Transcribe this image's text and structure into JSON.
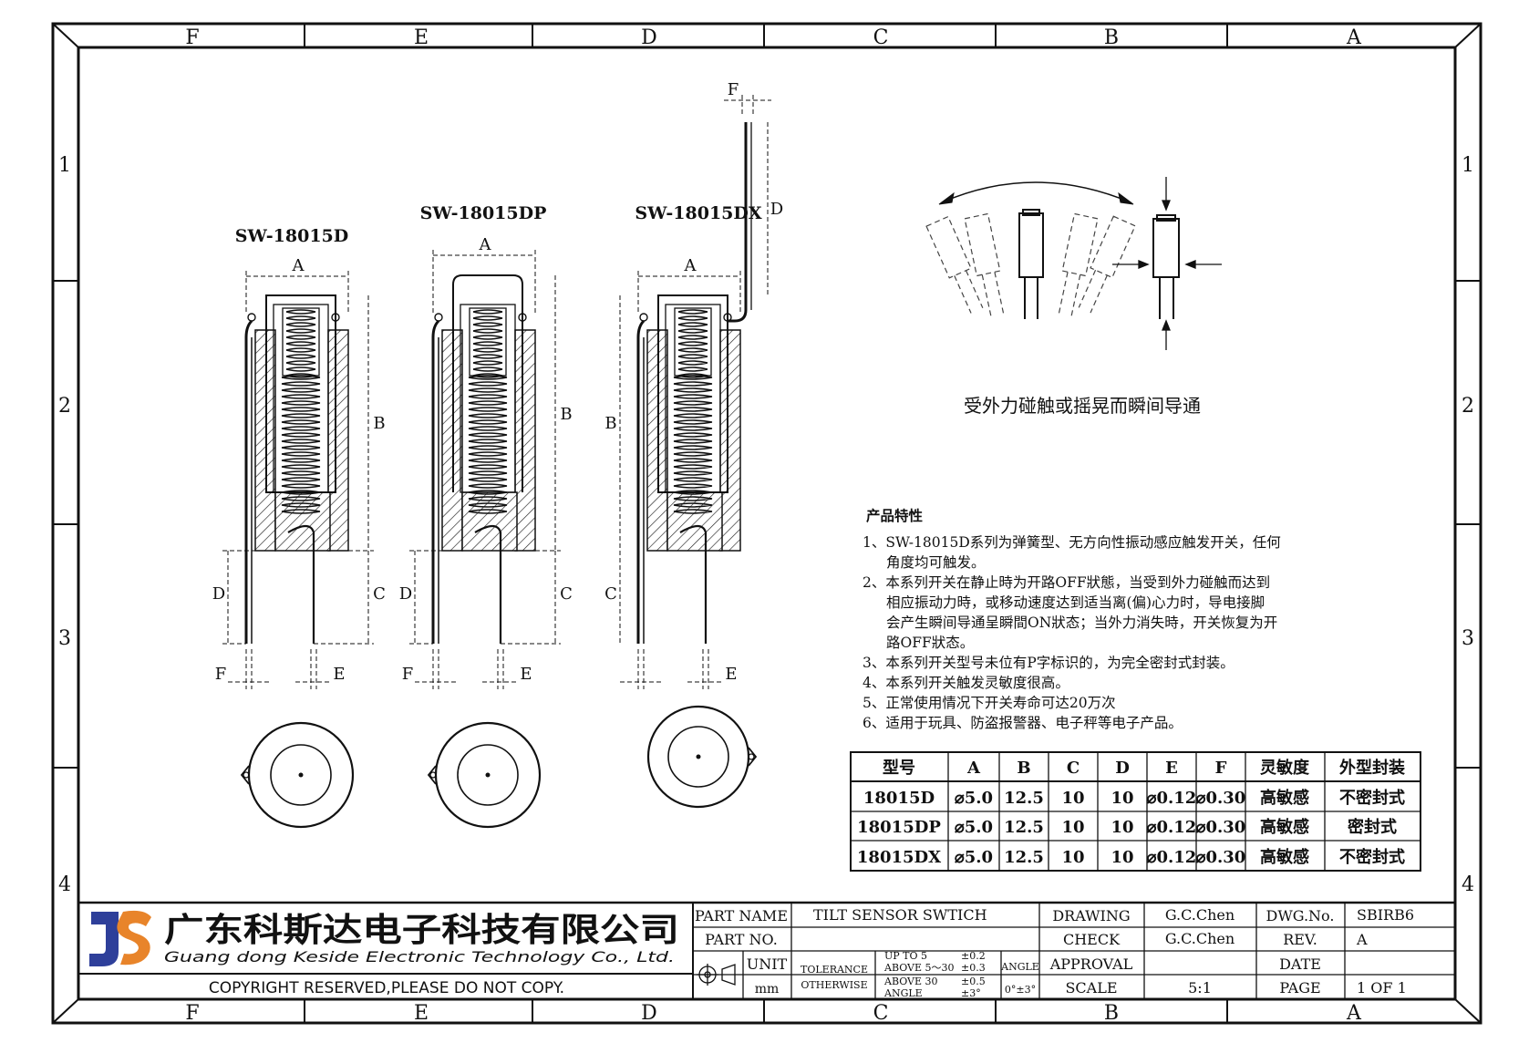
{
  "frame": {
    "columns": [
      "F",
      "E",
      "D",
      "C",
      "B",
      "A"
    ],
    "rows": [
      "1",
      "2",
      "3",
      "4"
    ]
  },
  "drawings": [
    {
      "title": "SW-18015D"
    },
    {
      "title": "SW-18015DP"
    },
    {
      "title": "SW-18015DX"
    }
  ],
  "dims": {
    "A": "A",
    "B": "B",
    "C": "C",
    "D": "D",
    "E": "E",
    "F": "F"
  },
  "motion_caption": "受外力碰触或摇晃而瞬间导通",
  "features": {
    "heading": "产品特性",
    "lines": [
      "1、SW-18015D系列为弹簧型、无方向性振动感应触发开关，任何",
      "角度均可触发。",
      "2、本系列开关在静止時为开路OFF狀態，当受到外力碰触而达到",
      "相应振动力時，或移动速度达到适当离(偏)心力时，导电接脚",
      "会产生瞬间导通呈瞬間ON狀态；当外力消失時，开关恢复为开",
      "路OFF狀态。",
      "3、本系列开关型号未位有P字标识的，为完全密封式封装。",
      "4、本系列开关触发灵敏度很高。",
      "5、正常使用情况下开关寿命可达20万次",
      "6、适用于玩具、防盗报警器、电子秤等电子产品。"
    ]
  },
  "spec_table": {
    "headers": [
      "型号",
      "A",
      "B",
      "C",
      "D",
      "E",
      "F",
      "灵敏度",
      "外型封装"
    ],
    "rows": [
      [
        "18015D",
        "⌀5.0",
        "12.5",
        "10",
        "10",
        "⌀0.12",
        "⌀0.30",
        "高敏感",
        "不密封式"
      ],
      [
        "18015DP",
        "⌀5.0",
        "12.5",
        "10",
        "10",
        "⌀0.12",
        "⌀0.30",
        "高敏感",
        "密封式"
      ],
      [
        "18015DX",
        "⌀5.0",
        "12.5",
        "10",
        "10",
        "⌀0.12",
        "⌀0.30",
        "高敏感",
        "不密封式"
      ]
    ]
  },
  "title_block": {
    "company_cn": "广东科斯达电子科技有限公司",
    "company_en": "Guang dong Keside  Electronic Technology Co., Ltd.",
    "copyright": "COPYRIGHT RESERVED,PLEASE DO NOT COPY.",
    "part_name_label": "PART NAME",
    "part_name": "TILT SENSOR SWTICH",
    "part_no_label": "PART NO.",
    "part_no": "",
    "unit_label": "UNIT",
    "unit": "mm",
    "tolerance_label_1": "TOLERANCE",
    "tolerance_label_2": "OTHERWISE",
    "tol_rows": [
      [
        "UP TO 5",
        "±0.2"
      ],
      [
        "ABOVE 5～30",
        "±0.3"
      ],
      [
        "ABOVE  30",
        "±0.5"
      ],
      [
        "ANGLE",
        "±3°"
      ]
    ],
    "angle_label": "ANGLE",
    "angle_value": "0°±3°",
    "drawing_label": "DRAWING",
    "drawing_by": "G.C.Chen",
    "check_label": "CHECK",
    "check_by": "G.C.Chen",
    "approval_label": "APPROVAL",
    "approval_by": "",
    "scale_label": "SCALE",
    "scale": "5:1",
    "dwg_no_label": "DWG.No.",
    "dwg_no": "SBIRB6",
    "rev_label": "REV.",
    "rev": "A",
    "date_label": "DATE",
    "date": "",
    "page_label": "PAGE",
    "page": "1 OF 1"
  },
  "colors": {
    "logo_blue": "#2e3f9a",
    "logo_orange": "#e8842a"
  }
}
